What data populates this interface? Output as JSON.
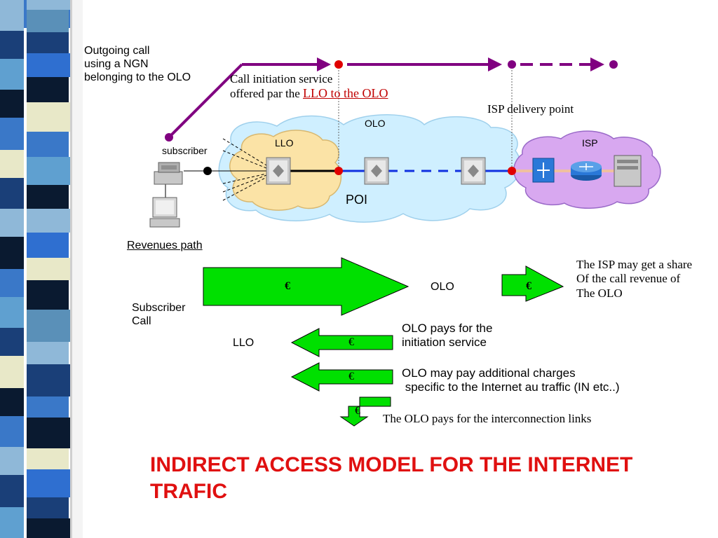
{
  "title": "INDIRECT ACCESS MODEL FOR THE INTERNET TRAFIC",
  "outgoing_call": {
    "line1": "Outgoing call",
    "line2": "using a NGN",
    "line3": "belonging to the OLO"
  },
  "call_initiation": {
    "line1": "Call initiation service",
    "line2_prefix": "offered par the",
    "line2_link": "LLO to the OLO"
  },
  "isp_delivery_point": "ISP delivery point",
  "networks": {
    "olo": "OLO",
    "llo": "LLO",
    "isp": "ISP",
    "poi": "POI",
    "subscriber": "subscriber"
  },
  "revenues": {
    "heading": "Revenues path",
    "subscriber_call_line1": "Subscriber",
    "subscriber_call_line2": "Call",
    "olo_label": "OLO",
    "llo_label": "LLO",
    "currency": "€",
    "isp_share_line1": "The ISP may get a share",
    "isp_share_line2": "Of the call  revenue of",
    "isp_share_line3": "The OLO",
    "olo_pays_line1": "OLO pays for the",
    "olo_pays_line2": "initiation service",
    "olo_extra_line1": "OLO may pay additional charges",
    "olo_extra_line2": " specific to the Internet au traffic (IN etc..)",
    "interconnection": "The OLO pays for the interconnection links"
  },
  "colors": {
    "purple": "#800080",
    "arrow_green": "#00e000",
    "olo_cloud": "#cfefff",
    "llo_cloud": "#fbe3a6",
    "isp_cloud": "#d8a8f0",
    "title_red": "#e01010",
    "dash_blue": "#1030e0"
  }
}
